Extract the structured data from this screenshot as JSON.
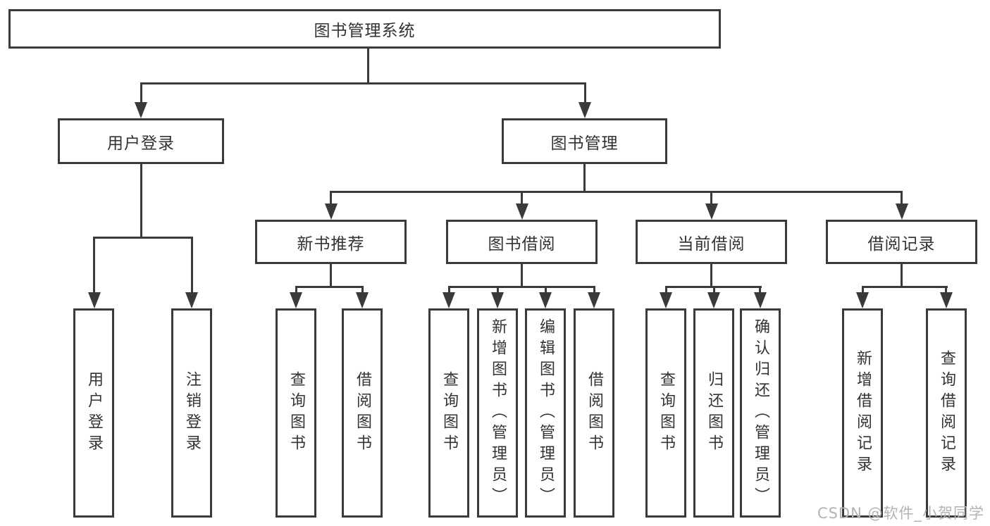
{
  "tree": {
    "label": "图书管理系统",
    "children": [
      {
        "label": "用户登录",
        "children": [
          {
            "label": "用户登录"
          },
          {
            "label": "注销登录"
          }
        ]
      },
      {
        "label": "图书管理",
        "children": [
          {
            "label": "新书推荐",
            "children": [
              {
                "label": "查询图书"
              },
              {
                "label": "借阅图书"
              }
            ]
          },
          {
            "label": "图书借阅",
            "children": [
              {
                "label": "查询图书"
              },
              {
                "label": "新增图书（管理员）"
              },
              {
                "label": "编辑图书（管理员）"
              },
              {
                "label": "借阅图书"
              }
            ]
          },
          {
            "label": "当前借阅",
            "children": [
              {
                "label": "查询图书"
              },
              {
                "label": "归还图书"
              },
              {
                "label": "确认归还（管理员）"
              }
            ]
          },
          {
            "label": "借阅记录",
            "children": [
              {
                "label": "新增借阅记录"
              },
              {
                "label": "查询借阅记录"
              }
            ]
          }
        ]
      }
    ]
  },
  "watermark": {
    "text": "CSDN @软件_小贺同学"
  },
  "colors": {
    "line": "#3a3a3a",
    "text": "#333333",
    "box-bg": "#ffffff",
    "page-bg": "#ffffff",
    "watermark": "#b3b3b3"
  }
}
